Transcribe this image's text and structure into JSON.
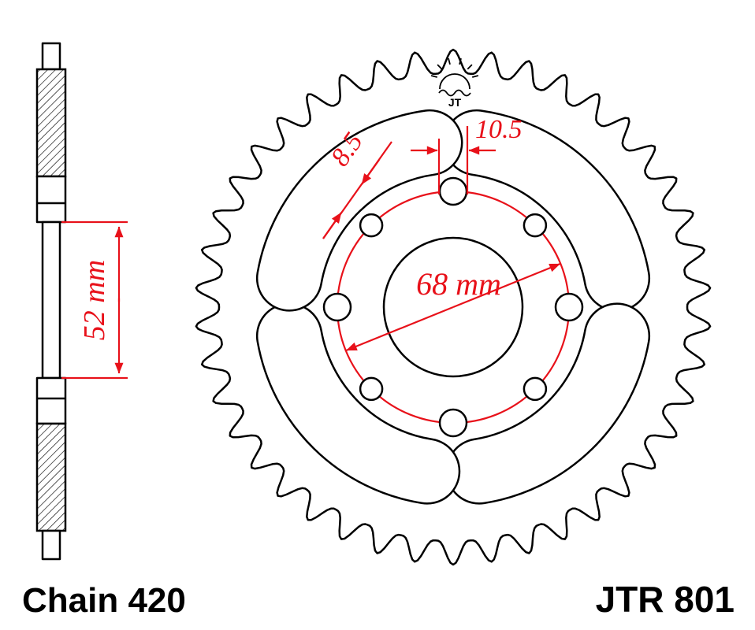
{
  "labels": {
    "chain": "Chain 420",
    "part": "JTR 801",
    "logo_text": "JT"
  },
  "dims": {
    "bore": "52 mm",
    "bcd": "68 mm",
    "hole_small": "8.5",
    "hole_large": "10.5"
  },
  "sprocket": {
    "teeth": 42,
    "bolt_holes": 8,
    "windows": 4
  },
  "colors": {
    "dimension_red": "#e8111a",
    "line_black": "#000000",
    "background": "#ffffff"
  }
}
